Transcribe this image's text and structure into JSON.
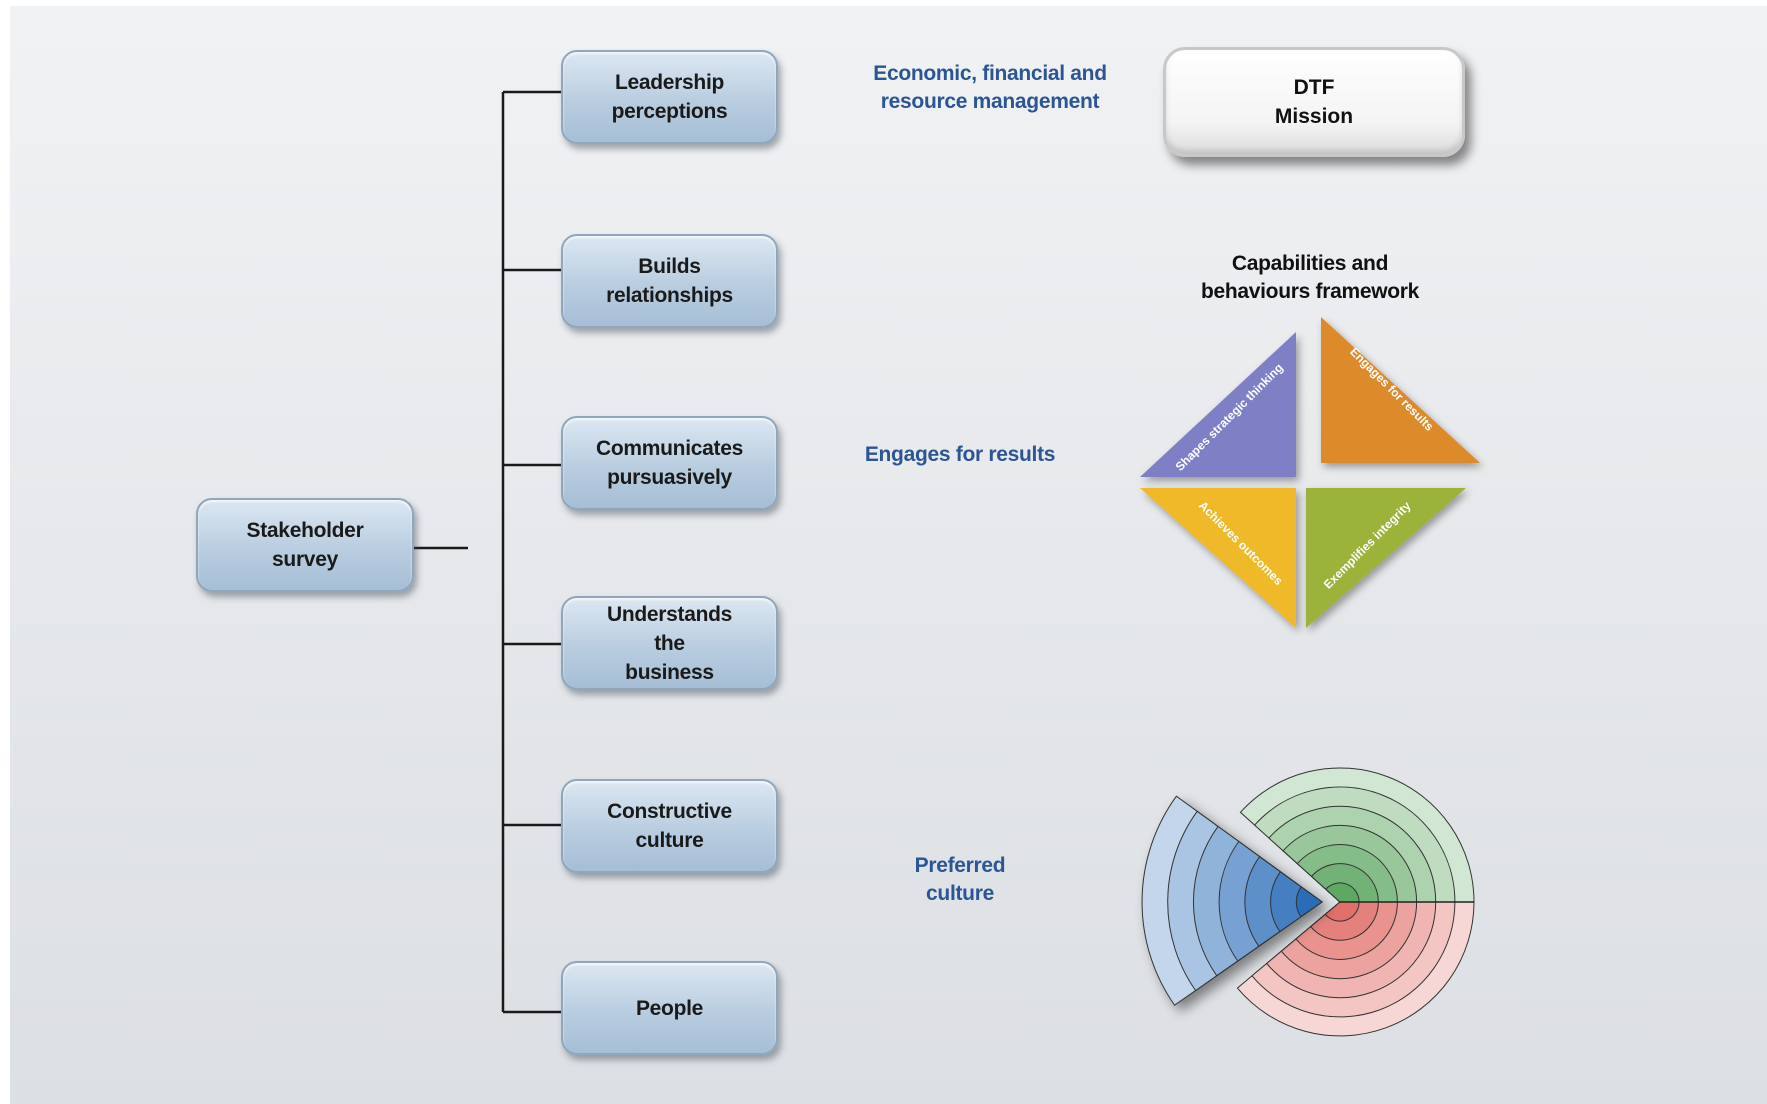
{
  "root": {
    "label": "Stakeholder\nsurvey"
  },
  "branches": [
    {
      "label": "Leadership\nperceptions"
    },
    {
      "label": "Builds\nrelationships"
    },
    {
      "label": "Communicates\npursuasively"
    },
    {
      "label": "Understands\nthe\nbusiness"
    },
    {
      "label": "Constructive\nculture"
    },
    {
      "label": "People"
    }
  ],
  "outcomes": {
    "economic": "Economic, financial and\nresource management",
    "engages": "Engages for results",
    "preferred_culture": "Preferred\nculture"
  },
  "mission": {
    "label": "DTF\nMission"
  },
  "framework": {
    "title": "Capabilities and\nbehaviours framework",
    "quadrants": [
      {
        "label": "Shapes strategic thinking",
        "color": "#7f7fc6"
      },
      {
        "label": "Engages for results",
        "color": "#dd8a2c"
      },
      {
        "label": "Achieves outcomes",
        "color": "#f0b929"
      },
      {
        "label": "Exemplifies integrity",
        "color": "#9bb23a"
      }
    ]
  },
  "culture_chart": {
    "segments": [
      {
        "name": "blue",
        "color": "#2a6cb8"
      },
      {
        "name": "green",
        "color": "#5fa863"
      },
      {
        "name": "red",
        "color": "#e2706a"
      }
    ]
  }
}
